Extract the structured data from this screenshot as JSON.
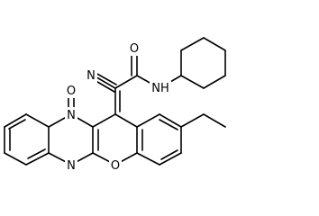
{
  "diagram": {
    "atoms": {
      "cyano_n": "N",
      "amide_o": "O",
      "amide_nh": "NH",
      "pyrimidinone_o": "O",
      "ring_n_bridge": "N",
      "ring_n_lower": "N",
      "ether_o": "O"
    }
  }
}
